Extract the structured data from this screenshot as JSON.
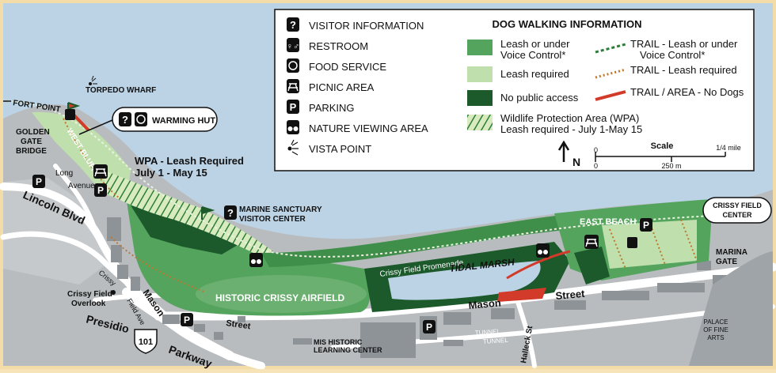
{
  "legend": {
    "symbols": [
      {
        "icon": "question-icon",
        "label": "VISITOR INFORMATION"
      },
      {
        "icon": "restroom-icon",
        "label": "RESTROOM"
      },
      {
        "icon": "food-service-icon",
        "label": "FOOD SERVICE"
      },
      {
        "icon": "picnic-icon",
        "label": "PICNIC AREA"
      },
      {
        "icon": "parking-icon",
        "label": "PARKING"
      },
      {
        "icon": "binoculars-icon",
        "label": "NATURE VIEWING AREA"
      },
      {
        "icon": "vista-icon",
        "label": "VISTA POINT"
      }
    ],
    "title": "DOG WALKING INFORMATION",
    "areas": [
      {
        "color": "#55a45e",
        "line1": "Leash or under",
        "line2": "Voice Control*"
      },
      {
        "color": "#bfe0ad",
        "line1": "Leash required",
        "line2": ""
      },
      {
        "color": "#1c5a2c",
        "line1": "No public access",
        "line2": ""
      },
      {
        "color": "#d8ebbf",
        "line1": "Wildlife Protection Area (WPA)",
        "line2": "Leash required - July 1-May 15"
      }
    ],
    "trails": [
      {
        "color": "#2e7d3a",
        "line1": "TRAIL - Leash or under",
        "line2": "Voice Control*"
      },
      {
        "color": "#c0772e",
        "line1": "TRAIL - Leash required",
        "line2": ""
      },
      {
        "color": "#d23a2a",
        "line1": "TRAIL / AREA - No Dogs",
        "line2": ""
      }
    ],
    "north": "N",
    "scale": {
      "title": "Scale",
      "zero_left": "0",
      "zero_mid": "0",
      "mid": "250 m",
      "end": "1/4 mile"
    }
  },
  "labels": {
    "torpedo_wharf": "TORPEDO WHARF",
    "fort_point": "FORT POINT",
    "warming_hut": "WARMING HUT",
    "golden_gate_bridge": [
      "GOLDEN",
      "GATE",
      "BRIDGE"
    ],
    "west_bluff": "WEST BLUFF",
    "long_avenue": [
      "Long",
      "Avenue"
    ],
    "lincoln_blvd": "Lincoln Blvd",
    "wpa_note": [
      "WPA - Leash Required",
      "July 1 - May 15"
    ],
    "marine_sanctuary": [
      "MARINE SANCTUARY",
      "VISITOR CENTER"
    ],
    "crissy_field_center": [
      "CRISSY FIELD",
      "CENTER"
    ],
    "east_beach": "EAST  BEACH",
    "crissy_field_promenade": "Crissy Field Promenade",
    "tidal_marsh": "TIDAL MARSH",
    "marina_gate": [
      "MARINA",
      "GATE"
    ],
    "historic_airfield": "HISTORIC  CRISSY  AIRFIELD",
    "mason_street_left": "Mason",
    "street_left": "Street",
    "mason_right": "Mason",
    "street_right": "Street",
    "crissy_overlook": [
      "Crissy Field",
      "Overlook"
    ],
    "crissy": "Crissy",
    "field_ave": "Field Ave",
    "presidio": "Presidio",
    "parkway": "Parkway",
    "hwy": "101",
    "mis": [
      "MIS HISTORIC",
      "LEARNING CENTER"
    ],
    "tunnel1": "TUNNEL",
    "tunnel2": "TUNNEL",
    "halleck": "Halleck  St",
    "palace": [
      "PALACE",
      "OF FINE",
      "ARTS"
    ]
  },
  "map_icons": {
    "question": "?",
    "parking": "P"
  }
}
